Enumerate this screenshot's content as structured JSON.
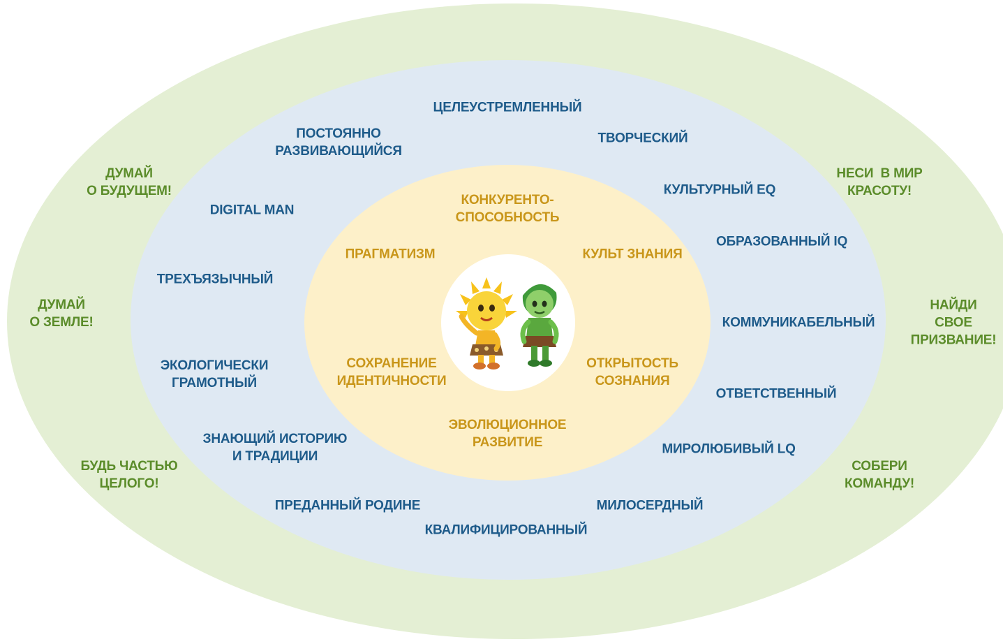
{
  "outer_ring": [
    {
      "id": "think-future",
      "lines": [
        "ДУМАЙ",
        "О БУДУЩЕМ!"
      ]
    },
    {
      "id": "think-earth",
      "lines": [
        "ДУМАЙ",
        "О ЗЕМЛЕ!"
      ]
    },
    {
      "id": "be-part",
      "lines": [
        "БУДЬ ЧАСТЬЮ",
        "ЦЕЛОГО!"
      ]
    },
    {
      "id": "bring-beauty",
      "lines": [
        "НЕСИ  В МИР",
        "КРАСОТУ!"
      ]
    },
    {
      "id": "find-calling",
      "lines": [
        "НАЙДИ",
        "СВОЕ",
        "ПРИЗВАНИЕ!"
      ]
    },
    {
      "id": "build-team",
      "lines": [
        "СОБЕРИ",
        "КОМАНДУ!"
      ]
    }
  ],
  "middle_ring": [
    {
      "id": "purposeful",
      "lines": [
        "ЦЕЛЕУСТРЕМЛЕННЫЙ"
      ]
    },
    {
      "id": "developing",
      "lines": [
        "ПОСТОЯННО",
        "РАЗВИВАЮЩИЙСЯ"
      ]
    },
    {
      "id": "creative",
      "lines": [
        "ТВОРЧЕСКИЙ"
      ]
    },
    {
      "id": "cultural-eq",
      "lines": [
        "КУЛЬТУРНЫЙ EQ"
      ]
    },
    {
      "id": "digital-man",
      "lines": [
        "DIGITAL MAN"
      ]
    },
    {
      "id": "educated-iq",
      "lines": [
        "ОБРАЗОВАННЫЙ IQ"
      ]
    },
    {
      "id": "trilingual",
      "lines": [
        "ТРЕХЪЯЗЫЧНЫЙ"
      ]
    },
    {
      "id": "communicative",
      "lines": [
        "КОММУНИКАБЕЛЬНЫЙ"
      ]
    },
    {
      "id": "eco-literate",
      "lines": [
        "ЭКОЛОГИЧЕСКИ",
        "ГРАМОТНЫЙ"
      ]
    },
    {
      "id": "responsible",
      "lines": [
        "ОТВЕТСТВЕННЫЙ"
      ]
    },
    {
      "id": "knows-history",
      "lines": [
        "ЗНАЮЩИЙ ИСТОРИЮ",
        "И ТРАДИЦИИ"
      ]
    },
    {
      "id": "peaceful-lq",
      "lines": [
        "МИРОЛЮБИВЫЙ LQ"
      ]
    },
    {
      "id": "devoted",
      "lines": [
        "ПРЕДАННЫЙ РОДИНЕ"
      ]
    },
    {
      "id": "merciful",
      "lines": [
        "МИЛОСЕРДНЫЙ"
      ]
    },
    {
      "id": "qualified",
      "lines": [
        "КВАЛИФИЦИРОВАННЫЙ"
      ]
    }
  ],
  "inner_ring": [
    {
      "id": "competitiveness",
      "lines": [
        "КОНКУРЕНТО-",
        "СПОСОБНОСТЬ"
      ]
    },
    {
      "id": "pragmatism",
      "lines": [
        "ПРАГМАТИЗМ"
      ]
    },
    {
      "id": "cult-knowledge",
      "lines": [
        "КУЛЬТ ЗНАНИЯ"
      ]
    },
    {
      "id": "identity",
      "lines": [
        "СОХРАНЕНИЕ",
        "ИДЕНТИЧНОСТИ"
      ]
    },
    {
      "id": "openness",
      "lines": [
        "ОТКРЫТОСТЬ",
        "СОЗНАНИЯ"
      ]
    },
    {
      "id": "evolution",
      "lines": [
        "ЭВОЛЮЦИОННОЕ",
        "РАЗВИТИЕ"
      ]
    }
  ],
  "colors": {
    "outer_ring": "#e4efd4",
    "middle_ring": "#dfe9f3",
    "inner_ring": "#fdf0c9",
    "outer_text": "#5b8c2a",
    "middle_text": "#1e5b8a",
    "inner_text": "#c9961a"
  },
  "center_image": {
    "icon": "mascots-sun-and-leaf"
  }
}
